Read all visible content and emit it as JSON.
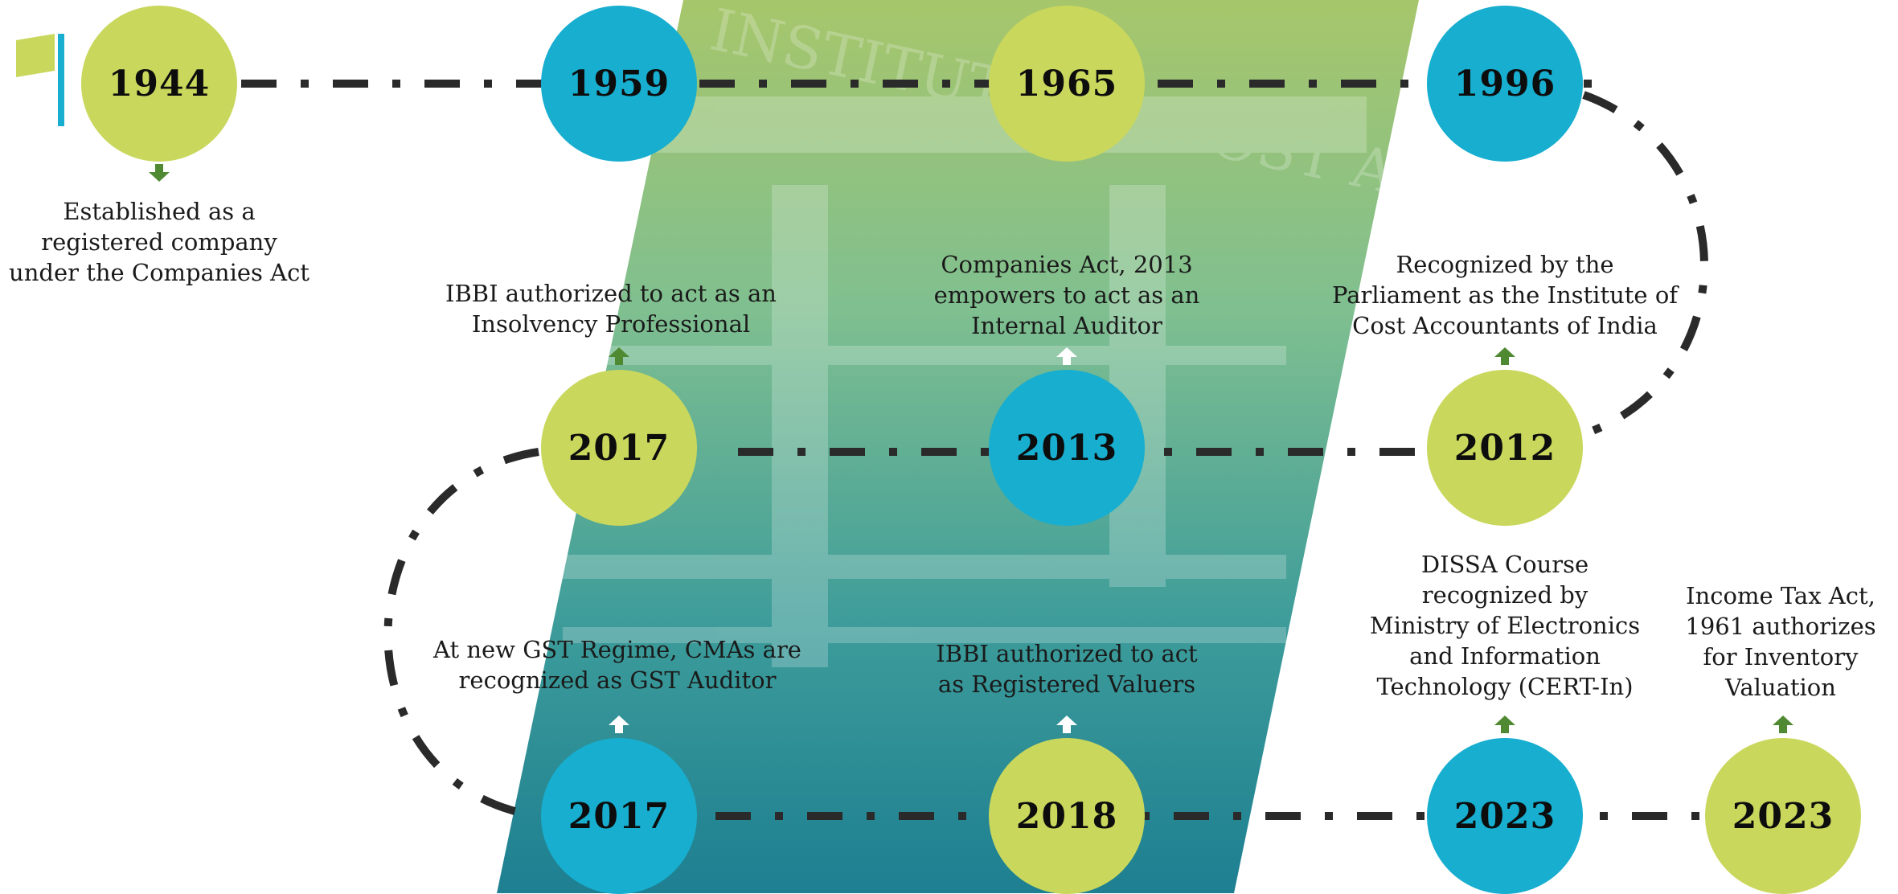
{
  "colors": {
    "green": "#c9d75c",
    "blue": "#17aecf",
    "arrow_green": "#4f8a32",
    "arrow_white": "#ffffff",
    "line": "#2a2a2a"
  },
  "milestones": [
    {
      "year": "1944",
      "color": "green",
      "description": "Established as a\nregistered company\nunder the Companies Act"
    },
    {
      "year": "1959",
      "color": "blue",
      "description": ""
    },
    {
      "year": "1965",
      "color": "green",
      "description": ""
    },
    {
      "year": "1996",
      "color": "blue",
      "description": ""
    },
    {
      "year": "2012",
      "color": "green",
      "description": "Recognized by the\nParliament as the Institute of\nCost Accountants of India"
    },
    {
      "year": "2013",
      "color": "blue",
      "description": "Companies Act, 2013\nempowers to act as an\nInternal Auditor"
    },
    {
      "year": "2017",
      "color": "green",
      "description": "IBBI authorized to act as an\nInsolvency Professional"
    },
    {
      "year": "2017",
      "color": "blue",
      "description": "At new GST Regime, CMAs are\nrecognized as GST Auditor"
    },
    {
      "year": "2018",
      "color": "green",
      "description": "IBBI authorized to act\nas Registered Valuers"
    },
    {
      "year": "2023",
      "color": "blue",
      "description": "DISSA Course\nrecognized by\nMinistry of Electronics\nand Information\nTechnology (CERT-In)"
    },
    {
      "year": "2023",
      "color": "green",
      "description": "Income Tax Act,\n1961 authorizes\nfor Inventory\nValuation"
    }
  ],
  "watermark": "INSTITUTE OF COST ACCOUNTANTS OF INDIA HEADQUARTERS"
}
